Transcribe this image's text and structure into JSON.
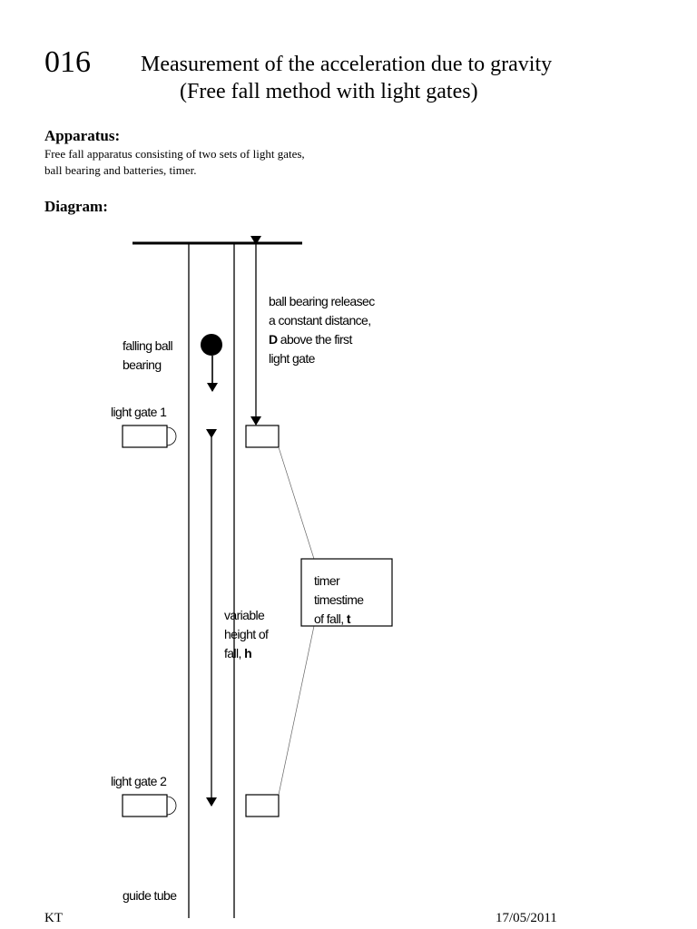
{
  "header": {
    "number": "016",
    "title_line1": "Measurement of the acceleration due to gravity",
    "title_line2": "(Free fall method with light gates)"
  },
  "apparatus": {
    "heading": "Apparatus:",
    "text": "Free fall apparatus consisting of two sets of light gates, ball bearing and batteries, timer."
  },
  "diagram": {
    "heading": "Diagram:",
    "labels": {
      "release_line1": "ball bearing releasec",
      "release_line2": "a constant distance,",
      "release_D": "D",
      "release_line3_rest": " above the first",
      "release_line4": "light gate",
      "falling_line1": "falling ball",
      "falling_line2": "bearing",
      "gate1": "light gate 1",
      "gate2": "light gate 2",
      "timer_line1": "timer",
      "timer_line2": "timestime",
      "timer_line3_pre": "of fall, ",
      "timer_t": "t",
      "height_line1": "variable",
      "height_line2": "height of",
      "height_line3_pre": "fall, ",
      "height_h": "h",
      "guide_tube": "guide tube"
    }
  },
  "footer": {
    "left": "KT",
    "right": "17/05/2011"
  }
}
